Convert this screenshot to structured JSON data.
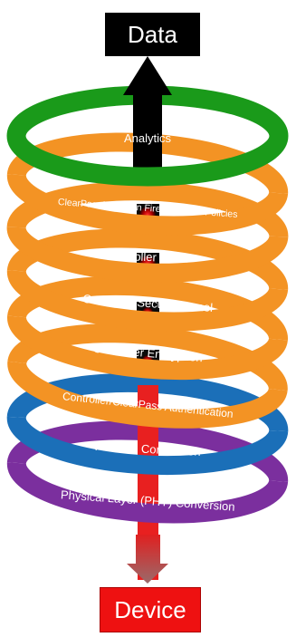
{
  "top_label": "Data",
  "bottom_label": "Device",
  "layers": [
    {
      "label": "Analytics",
      "color": "#1a9a1a"
    },
    {
      "label": "ClearPass/NextGen Firewall/MDM Policies",
      "color": "#f39324"
    },
    {
      "label": "Controller Roles",
      "color": "#f39324"
    },
    {
      "label": "Controller Secure Tunnel",
      "color": "#f39324"
    },
    {
      "label": "Controller Encryption",
      "color": "#f39324"
    },
    {
      "label": "Controller/ClearPass Authentication",
      "color": "#f39324"
    },
    {
      "label": "Protocol Conversion",
      "color": "#1b6fb8"
    },
    {
      "label": "Physical Layer (PHY) Conversion",
      "color": "#7b2f9e"
    }
  ]
}
